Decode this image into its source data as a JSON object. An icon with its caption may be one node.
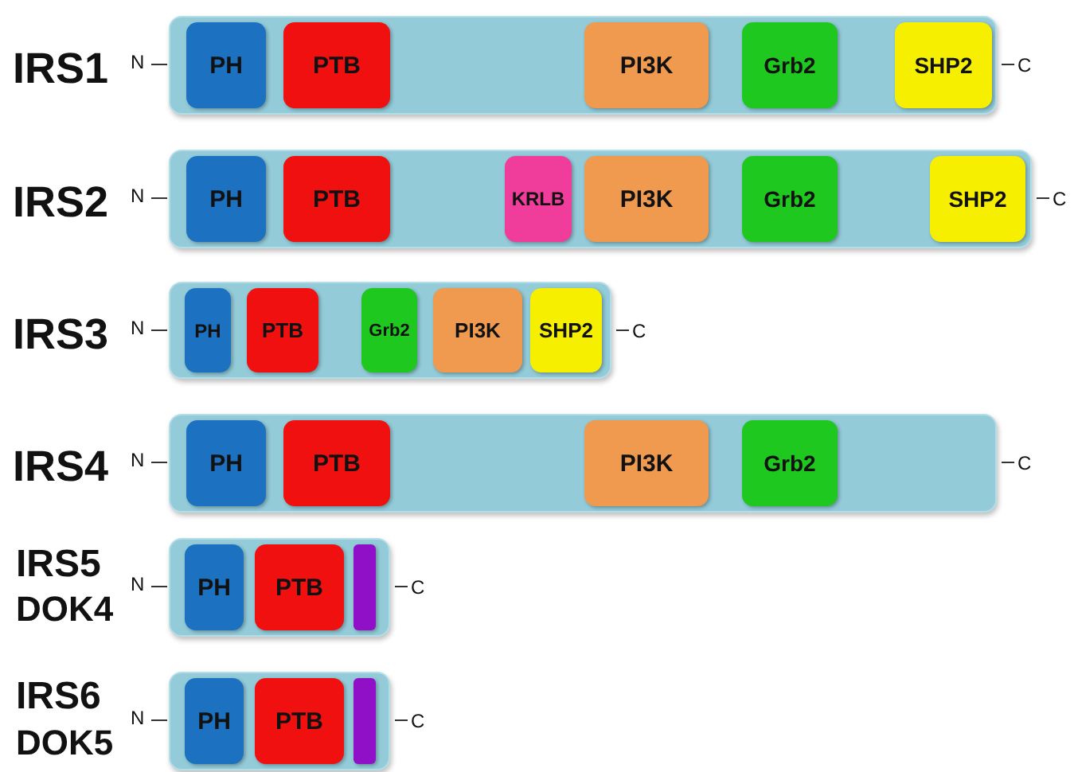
{
  "diagram": {
    "nodes": [
      {
        "text": [
          "IRS1"
        ]
      },
      {
        "text": [
          "PH"
        ],
        "in": 0
      },
      {
        "text": [
          "PTB"
        ],
        "in": 0
      },
      {
        "text": [
          "PI3K"
        ],
        "in": 0
      },
      {
        "text": [
          "Grb2"
        ],
        "in": 0
      },
      {
        "text": [
          "SHP2"
        ],
        "in": 0
      },
      {
        "text": [
          "IRS2"
        ]
      },
      {
        "text": [
          "PH"
        ],
        "in": 6
      },
      {
        "text": [
          "PTB"
        ],
        "in": 6
      },
      {
        "text": [
          "KRLB"
        ],
        "in": 6
      },
      {
        "text": [
          "PI3K"
        ],
        "in": 6
      },
      {
        "text": [
          "Grb2"
        ],
        "in": 6
      },
      {
        "text": [
          "SHP2"
        ],
        "in": 6
      },
      {
        "text": [
          "IRS3"
        ]
      },
      {
        "text": [
          "PH"
        ],
        "in": 13
      },
      {
        "text": [
          "PTB"
        ],
        "in": 13
      },
      {
        "text": [
          "Grb2"
        ],
        "in": 13
      },
      {
        "text": [
          "PI3K"
        ],
        "in": 13
      },
      {
        "text": [
          "SHP2"
        ],
        "in": 13
      },
      {
        "text": [
          "IRS4"
        ]
      },
      {
        "text": [
          "PH"
        ],
        "in": 19
      },
      {
        "text": [
          "PTB"
        ],
        "in": 19
      },
      {
        "text": [
          "PI3K"
        ],
        "in": 19
      },
      {
        "text": [
          "Grb2"
        ],
        "in": 19
      },
      {
        "text": [
          "IRS5",
          "DOK4"
        ]
      },
      {
        "text": [
          "PH"
        ],
        "in": 24
      },
      {
        "text": [
          "PTB"
        ],
        "in": 24
      },
      {
        "text": [],
        "shape": "bar",
        "in": 24
      },
      {
        "text": [
          "IRS6",
          "DOK5"
        ]
      },
      {
        "text": [
          "PH"
        ],
        "in": 28
      },
      {
        "text": [
          "PTB"
        ],
        "in": 28
      },
      {
        "text": [],
        "shape": "bar",
        "in": 28
      }
    ],
    "edges": [],
    "labels": [
      "N",
      "C",
      "N",
      "C",
      "N",
      "C",
      "N",
      "C",
      "N",
      "C",
      "N",
      "C"
    ]
  }
}
